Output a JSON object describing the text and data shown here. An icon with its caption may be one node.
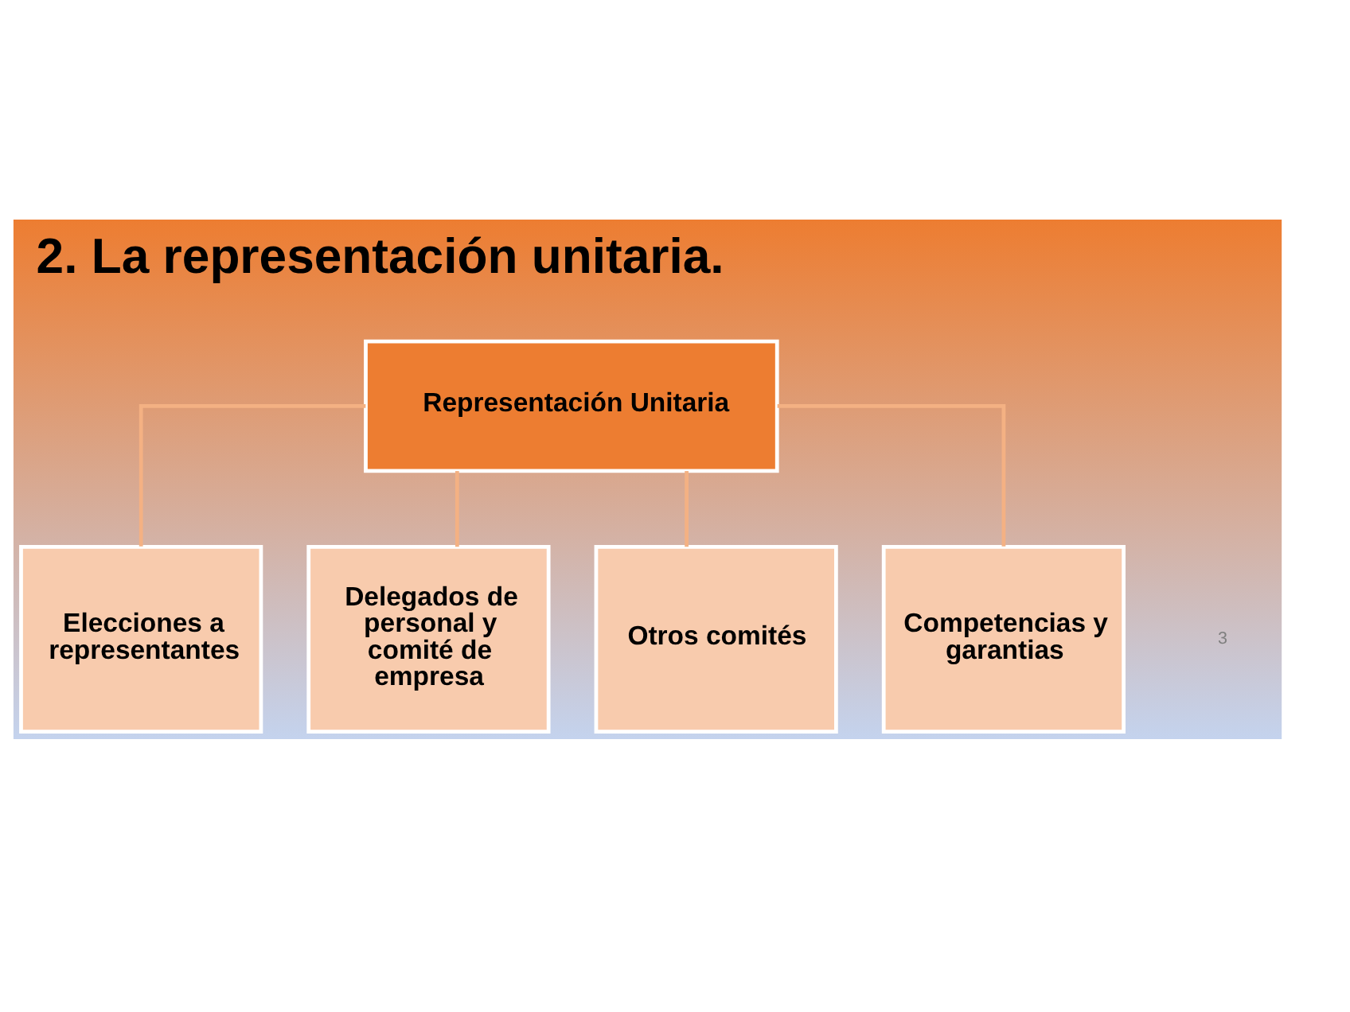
{
  "diagram": {
    "title": "2. La representación unitaria.",
    "nodes": [
      {
        "text": [
          "Representación Unitaria"
        ]
      },
      {
        "text": [
          "Elecciones a representantes"
        ]
      },
      {
        "text": [
          "Delegados de personal y comité de empresa"
        ]
      },
      {
        "text": [
          "Otros comités"
        ]
      },
      {
        "text": [
          "Competencias y garantias"
        ]
      }
    ],
    "edges": [
      {
        "from": 0,
        "to": 1,
        "arrow": "none"
      },
      {
        "from": 0,
        "to": 2,
        "arrow": "none"
      },
      {
        "from": 0,
        "to": 3,
        "arrow": "none"
      },
      {
        "from": 0,
        "to": 4,
        "arrow": "none"
      }
    ],
    "labels": [
      "3"
    ]
  }
}
